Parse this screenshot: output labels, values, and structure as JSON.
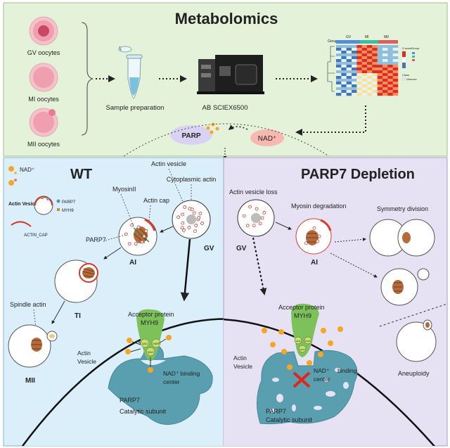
{
  "top": {
    "title": "Metabolomics",
    "oocytes": [
      "GV oocytes",
      "MI oocytes",
      "MII oocytes"
    ],
    "step_sample": "Sample preparation",
    "step_instrument": "AB SCIEX6500",
    "heatmap": {
      "group_label": "Group",
      "groups": [
        "GV",
        "MI",
        "MII"
      ],
      "legend_title": "Z-score",
      "legend_group_title": "Group",
      "legend_class_title": "Class",
      "legend_class_item": "Unknown"
    },
    "parp": "PARP",
    "nad": "NAD⁺"
  },
  "legend": {
    "nad": "NAD⁺",
    "actin_vesicle": "Actin Vesicle",
    "parp7": "PARP7",
    "myh9": "MYH9",
    "actin_cap": "ACTIN_CAP"
  },
  "wt": {
    "title": "WT",
    "labels": {
      "actin_vesicle": "Actin vesicle",
      "cytoplasmic_actin": "Cytoplasmic actin",
      "myosin": "MyosinII",
      "actin_cap": "Actin cap",
      "parp7": "PARP7",
      "gv": "GV",
      "ai": "AI",
      "ti": "TI",
      "spindle_actin": "Spindle actin",
      "mii": "MII"
    },
    "zoom": {
      "acceptor": "Acceptor protein",
      "myh9": "MYH9",
      "actin_vesicle": "Actin Vesicle",
      "nad_center": "NAD⁺ binding center",
      "parp7": "PARP7",
      "catalytic": "Catalytic subunit",
      "residues": [
        "Q411",
        "K605",
        "Q412",
        "E606"
      ]
    }
  },
  "ko": {
    "title": "PARP7 Depletion",
    "labels": {
      "vesicle_loss": "Actin vesicle loss",
      "myosin_degradation": "Myosin degradation",
      "symmetry": "Symmetry division",
      "gv": "GV",
      "ai": "AI",
      "aneuploidy": "Aneuploidy"
    },
    "zoom": {
      "acceptor": "Acceptor protein",
      "myh9": "MYH9",
      "actin_vesicle": "Actin Vesicle",
      "nad": "NAD⁺",
      "binding": "binding",
      "center": "center",
      "parp7": "PARP7",
      "catalytic": "Catalytic subunit",
      "residues": [
        "Q411",
        "Q412",
        "K605",
        "E606"
      ]
    }
  },
  "colors": {
    "top_bg": "#e3f2d9",
    "wt_bg": "#dbeffa",
    "ko_bg": "#e6e2f4",
    "parp_ellipse": "#d9d2f3",
    "nad_ellipse": "#f8b8b2",
    "actin_red": "#d73a2c",
    "nad_orange": "#f5a623",
    "pocket_teal": "#5a9fb0",
    "myh9_green": "#7cc15a",
    "spindle_brown": "#b56a3c"
  }
}
